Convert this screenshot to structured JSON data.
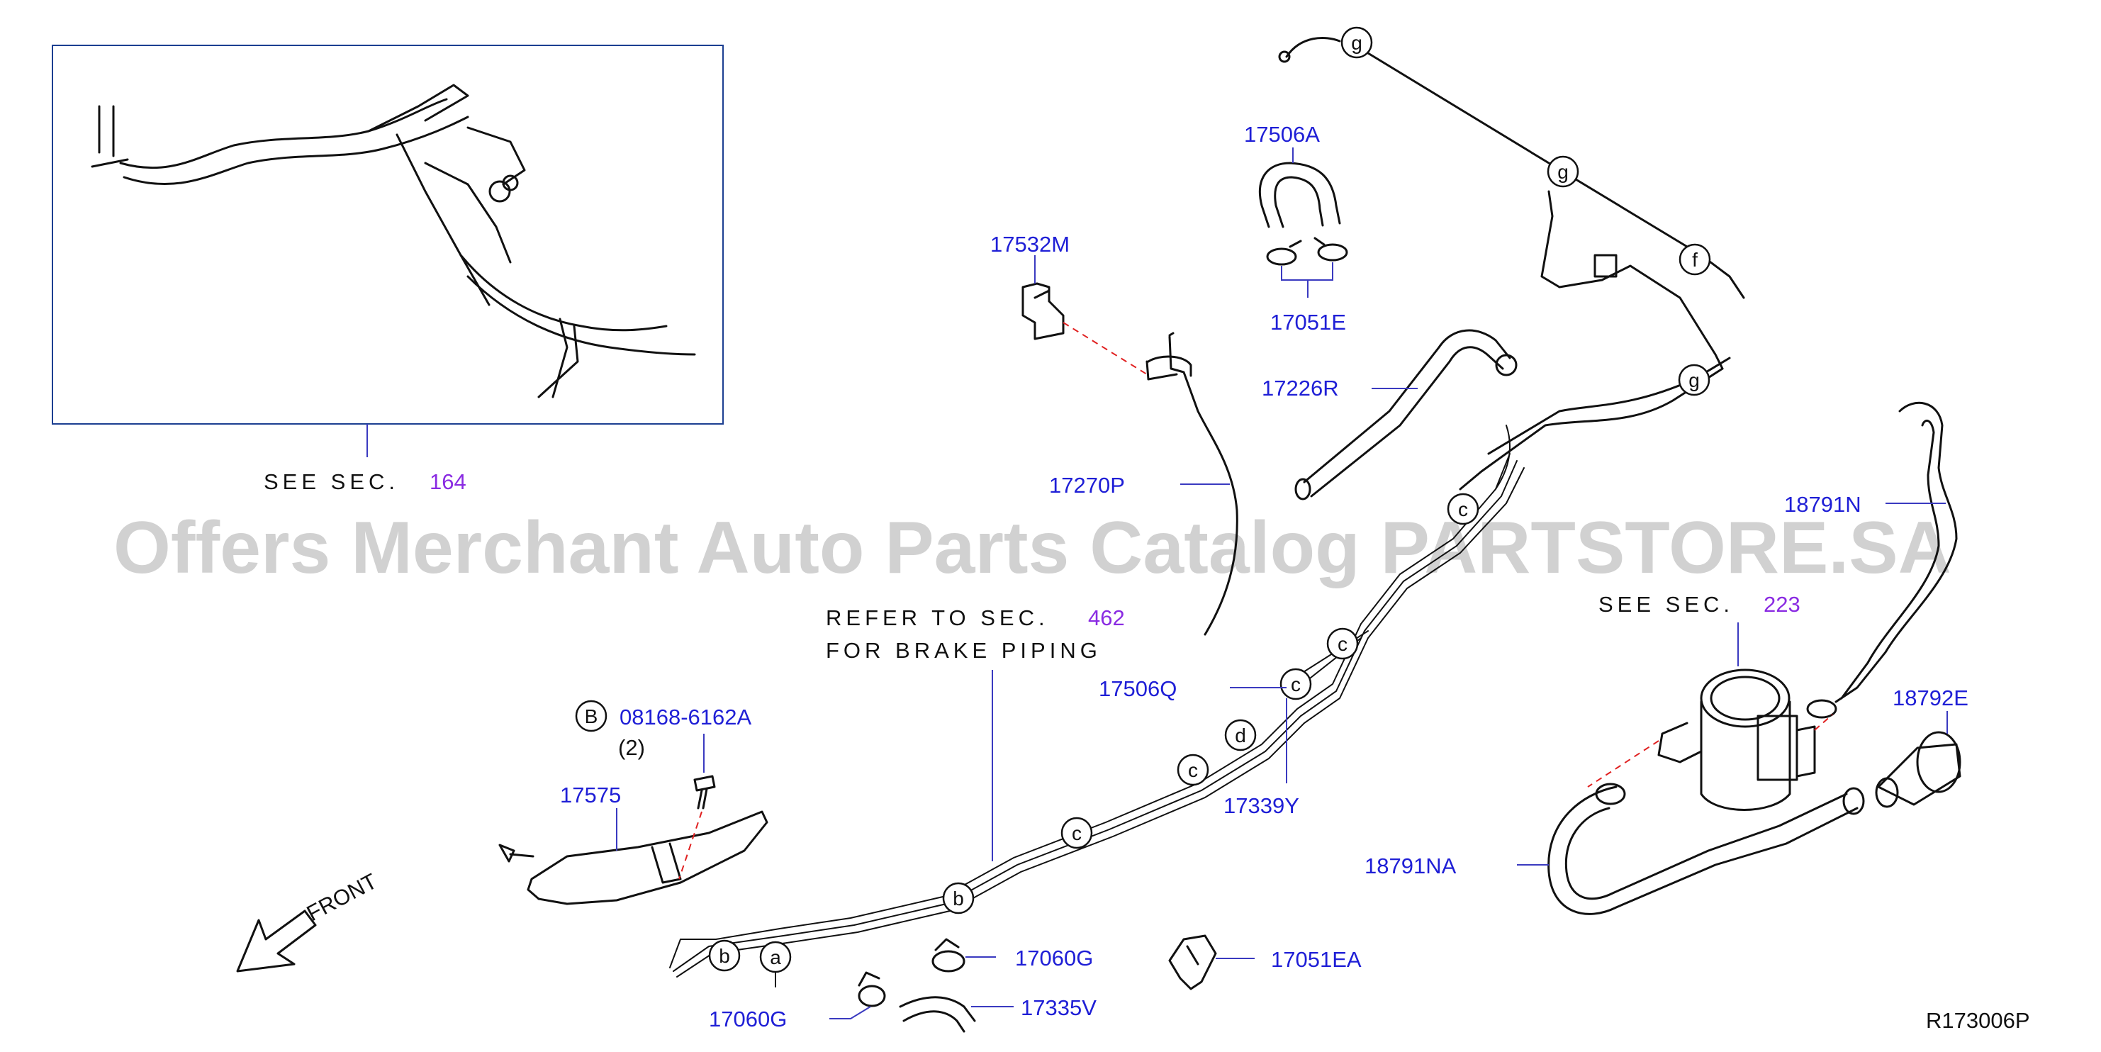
{
  "watermark": "Offers Merchant Auto Parts Catalog PARTSTORE.SA",
  "reference": "R173006P",
  "front_label": "FRONT",
  "see_sec_164": {
    "text": "SEE SEC.",
    "sec": "164"
  },
  "see_sec_223": {
    "text": "SEE SEC.",
    "sec": "223"
  },
  "refer_sec": {
    "line1": "REFER TO SEC.",
    "sec": "462",
    "line2": "FOR BRAKE PIPING"
  },
  "parts": {
    "p17506A": "17506A",
    "p17532M": "17532M",
    "p17051E": "17051E",
    "p17226R": "17226R",
    "p17270P": "17270P",
    "p18791N": "18791N",
    "p17506Q": "17506Q",
    "p18792E": "18792E",
    "p08168": "08168-6162A",
    "qty": "(2)",
    "p17575": "17575",
    "p17339Y": "17339Y",
    "p18791NA": "18791NA",
    "p17060G_a": "17060G",
    "p17051EA": "17051EA",
    "p17060G_b": "17060G",
    "p17335V": "17335V"
  },
  "callouts": {
    "b_bolt": "B",
    "g1": "g",
    "g2": "g",
    "g3": "g",
    "f": "f",
    "c1": "c",
    "c2": "c",
    "c3": "c",
    "c4": "c",
    "c5": "c",
    "d": "d",
    "b1": "b",
    "b2": "b",
    "a": "a"
  }
}
